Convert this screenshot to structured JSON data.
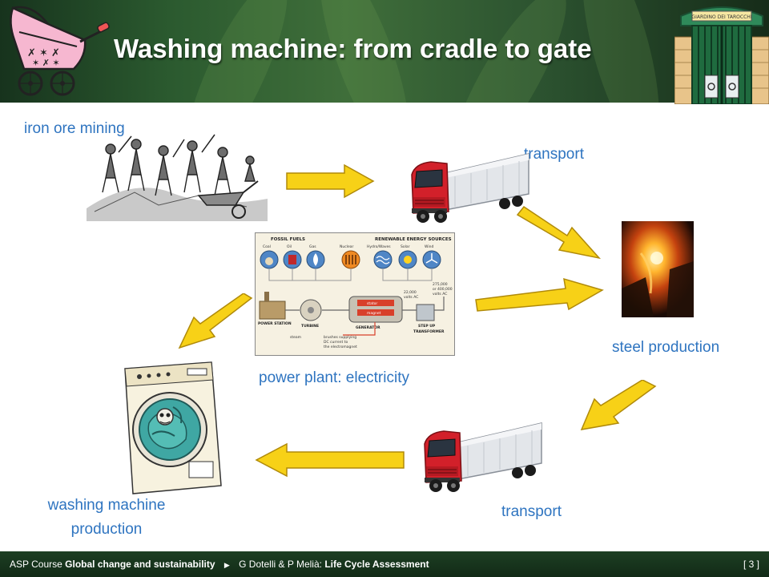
{
  "slide": {
    "title": "Washing machine: from cradle to gate"
  },
  "labels": {
    "iron_ore_mining": "iron ore mining",
    "transport_top": "transport",
    "steel_production": "steel production",
    "power_plant": "power plant: electricity",
    "washing_machine_line1": "washing machine",
    "washing_machine_line2": "production",
    "transport_bottom": "transport"
  },
  "power_diagram": {
    "fossil_fuels": "FOSSIL FUELS",
    "renewable": "RENEWABLE ENERGY SOURCES",
    "coal": "Coal",
    "oil": "Oil",
    "gas": "Gas",
    "nuclear": "Nuclear",
    "hydro": "Hydro/Waves",
    "solar": "Solar",
    "wind": "Wind",
    "power_station": "POWER STATION",
    "turbine": "TURBINE",
    "generator": "GENERATOR",
    "step_up": "STEP UP",
    "transformer": "TRANSFORMER",
    "stator": "stator",
    "magnet": "magnet",
    "steam": "steam",
    "brushes1": "brushes supplying",
    "brushes2": "DC current to",
    "brushes3": "the electromagnet",
    "volts1a": "22,000",
    "volts1b": "volts AC",
    "volts2a": "275,000",
    "volts2b": "or 400,000",
    "volts2c": "volts AC"
  },
  "gate_sign": "GIARDINO DEI TAROCCHI",
  "footer": {
    "course_prefix": "ASP Course",
    "course_name": "Global change and sustainability",
    "authors": "G Dotelli & P Melià:",
    "topic": "Life Cycle Assessment",
    "page": "[ 3 ]"
  },
  "colors": {
    "label_blue": "#2e74c0",
    "arrow_yellow": "#f7d117",
    "arrow_edge": "#b08a0a",
    "header_green": "#2b5a2f",
    "truck_red": "#d2202a"
  }
}
